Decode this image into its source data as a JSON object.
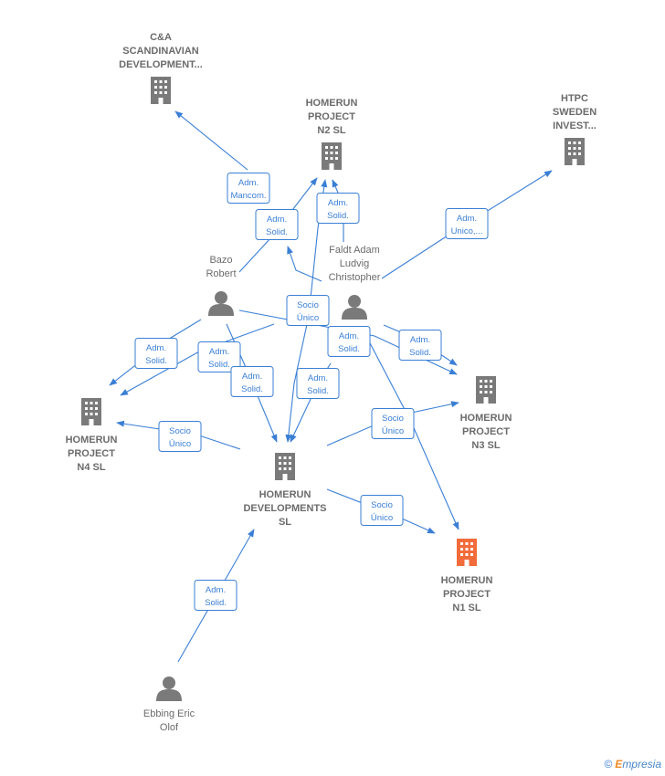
{
  "colors": {
    "edge": "#3a7fd5",
    "node": "#7a7a7a",
    "focus": "#f26b3a"
  },
  "nodes": [
    {
      "id": "ca",
      "type": "company",
      "lines": [
        "C&A",
        "SCANDINAVIAN",
        "DEVELOPMENT..."
      ]
    },
    {
      "id": "n2",
      "type": "company",
      "lines": [
        "HOMERUN",
        "PROJECT",
        "N2  SL"
      ]
    },
    {
      "id": "htpc",
      "type": "company",
      "lines": [
        "HTPC",
        "SWEDEN",
        "INVEST..."
      ]
    },
    {
      "id": "bazo",
      "type": "person",
      "lines": [
        "Bazo",
        "Robert"
      ]
    },
    {
      "id": "faldt",
      "type": "person",
      "lines": [
        "Faldt Adam",
        "Ludvig",
        "Christopher"
      ]
    },
    {
      "id": "n4",
      "type": "company",
      "lines": [
        "HOMERUN",
        "PROJECT",
        "N4  SL"
      ]
    },
    {
      "id": "n3",
      "type": "company",
      "lines": [
        "HOMERUN",
        "PROJECT",
        "N3  SL"
      ]
    },
    {
      "id": "dev",
      "type": "company",
      "lines": [
        "HOMERUN",
        "DEVELOPMENTS",
        "SL"
      ]
    },
    {
      "id": "n1",
      "type": "company",
      "focus": true,
      "lines": [
        "HOMERUN",
        "PROJECT",
        "N1  SL"
      ]
    },
    {
      "id": "ebbing",
      "type": "person",
      "lines": [
        "Ebbing Eric",
        "Olof"
      ]
    }
  ],
  "roles": [
    {
      "lines": [
        "Adm.",
        "Mancom."
      ]
    },
    {
      "lines": [
        "Adm.",
        "Solid."
      ]
    },
    {
      "lines": [
        "Adm.",
        "Solid."
      ]
    },
    {
      "lines": [
        "Adm.",
        "Unico,..."
      ]
    },
    {
      "lines": [
        "Socio",
        "Único"
      ]
    },
    {
      "lines": [
        "Adm.",
        "Solid."
      ]
    },
    {
      "lines": [
        "Adm.",
        "Solid."
      ]
    },
    {
      "lines": [
        "Adm.",
        "Solid."
      ]
    },
    {
      "lines": [
        "Adm.",
        "Solid."
      ]
    },
    {
      "lines": [
        "Adm.",
        "Solid."
      ]
    },
    {
      "lines": [
        "Adm.",
        "Solid."
      ]
    },
    {
      "lines": [
        "Socio",
        "Único"
      ]
    },
    {
      "lines": [
        "Socio",
        "Único"
      ]
    },
    {
      "lines": [
        "Socio",
        "Único"
      ]
    },
    {
      "lines": [
        "Adm.",
        "Solid."
      ]
    }
  ],
  "footer": {
    "copyright": "©",
    "brand_initial": "E",
    "brand_rest": "mpresia"
  }
}
